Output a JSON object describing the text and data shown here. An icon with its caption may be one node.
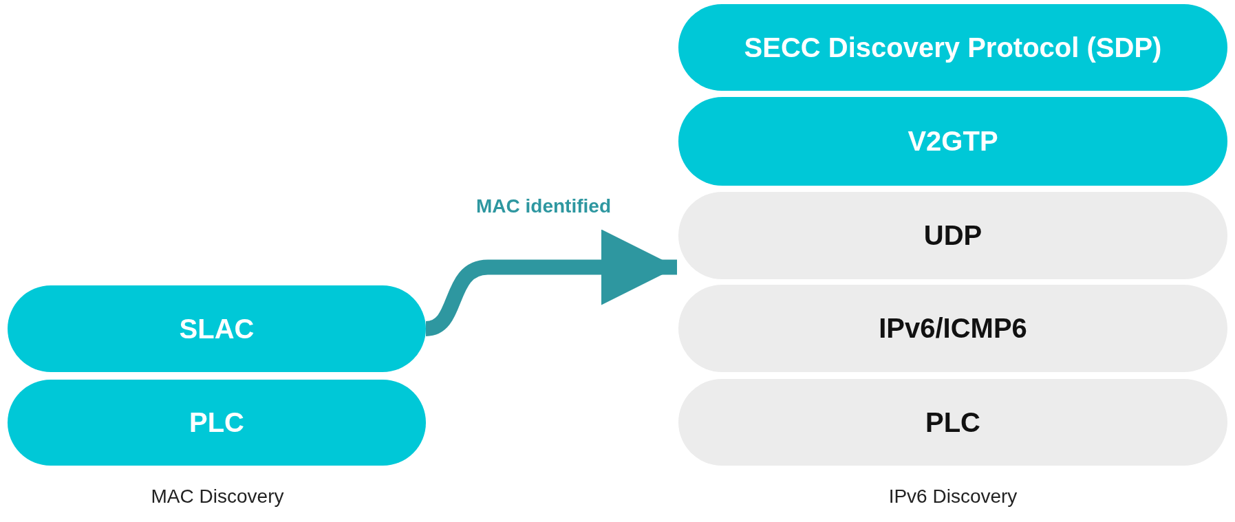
{
  "diagram": {
    "nodes": [
      {
        "text": [
          "SLAC"
        ]
      },
      {
        "text": [
          "PLC"
        ]
      },
      {
        "text": [
          "SECC Discovery Protocol (SDP)"
        ]
      },
      {
        "text": [
          "V2GTP"
        ]
      },
      {
        "text": [
          "UDP"
        ]
      },
      {
        "text": [
          "IPv6/ICMP6"
        ]
      },
      {
        "text": [
          "PLC"
        ]
      }
    ],
    "edges": [
      {
        "from": 0,
        "to": 4,
        "arrow": "to",
        "label": "MAC identified",
        "color": "#2e97a0"
      }
    ],
    "labels": [
      "MAC Discovery",
      "IPv6 Discovery"
    ]
  }
}
